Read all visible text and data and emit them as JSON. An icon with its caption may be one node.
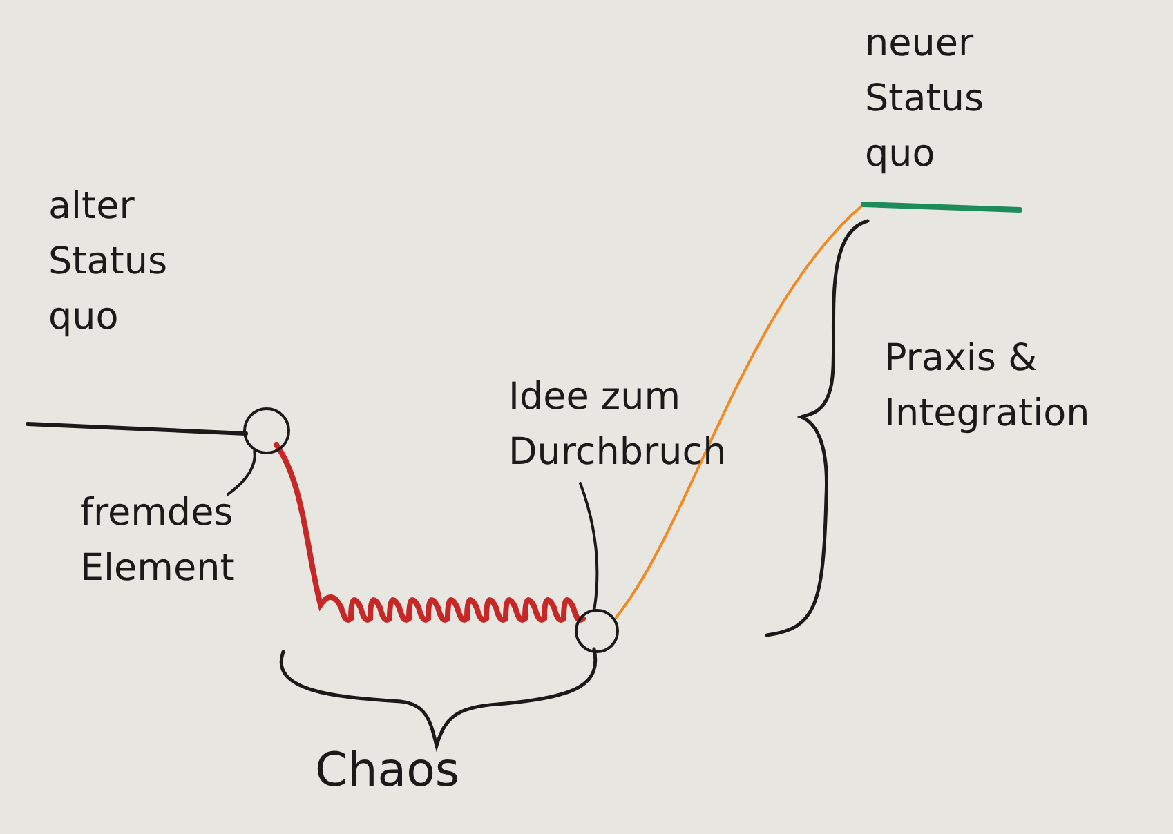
{
  "diagram": {
    "nodes": [
      {
        "text": [
          "fremdes Element"
        ]
      },
      {
        "text": [],
        "shape": "circle"
      },
      {
        "text": [
          "Idee zum Durchbruch"
        ]
      },
      {
        "text": [],
        "shape": "circle"
      }
    ],
    "edges": [
      {
        "from": 0,
        "to": 1,
        "arrow": "none"
      },
      {
        "from": 2,
        "to": 3,
        "arrow": "none"
      }
    ],
    "labels": [
      "neuer Status quo",
      "alter Status quo",
      "Praxis & Integration",
      "Chaos"
    ]
  }
}
